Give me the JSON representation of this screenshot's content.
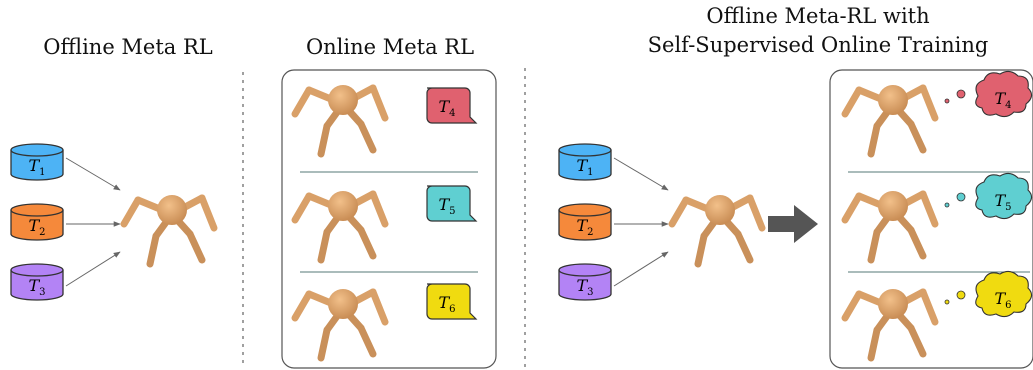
{
  "titles": {
    "offline": "Offline Meta RL",
    "online": "Online Meta RL",
    "hybrid_line1": "Offline Meta-RL with",
    "hybrid_line2": "Self-Supervised Online Training"
  },
  "datasets": [
    {
      "label": "T",
      "sub": "1",
      "color": "#4db3f5"
    },
    {
      "label": "T",
      "sub": "2",
      "color": "#f5893b"
    },
    {
      "label": "T",
      "sub": "3",
      "color": "#b383f5"
    }
  ],
  "online_tasks": [
    {
      "label": "T",
      "sub": "4",
      "color": "#e0616f"
    },
    {
      "label": "T",
      "sub": "5",
      "color": "#5fcfd1"
    },
    {
      "label": "T",
      "sub": "6",
      "color": "#f0db10"
    }
  ],
  "colors": {
    "robot_body": "#d9a068",
    "robot_shadow": "#b88250",
    "divider": "#888888",
    "arrow": "#666666",
    "big_arrow": "#555555"
  },
  "icons": [
    "database-icon",
    "speech-bubble-icon",
    "thought-bubble-icon",
    "ant-robot-icon",
    "arrow-icon"
  ]
}
